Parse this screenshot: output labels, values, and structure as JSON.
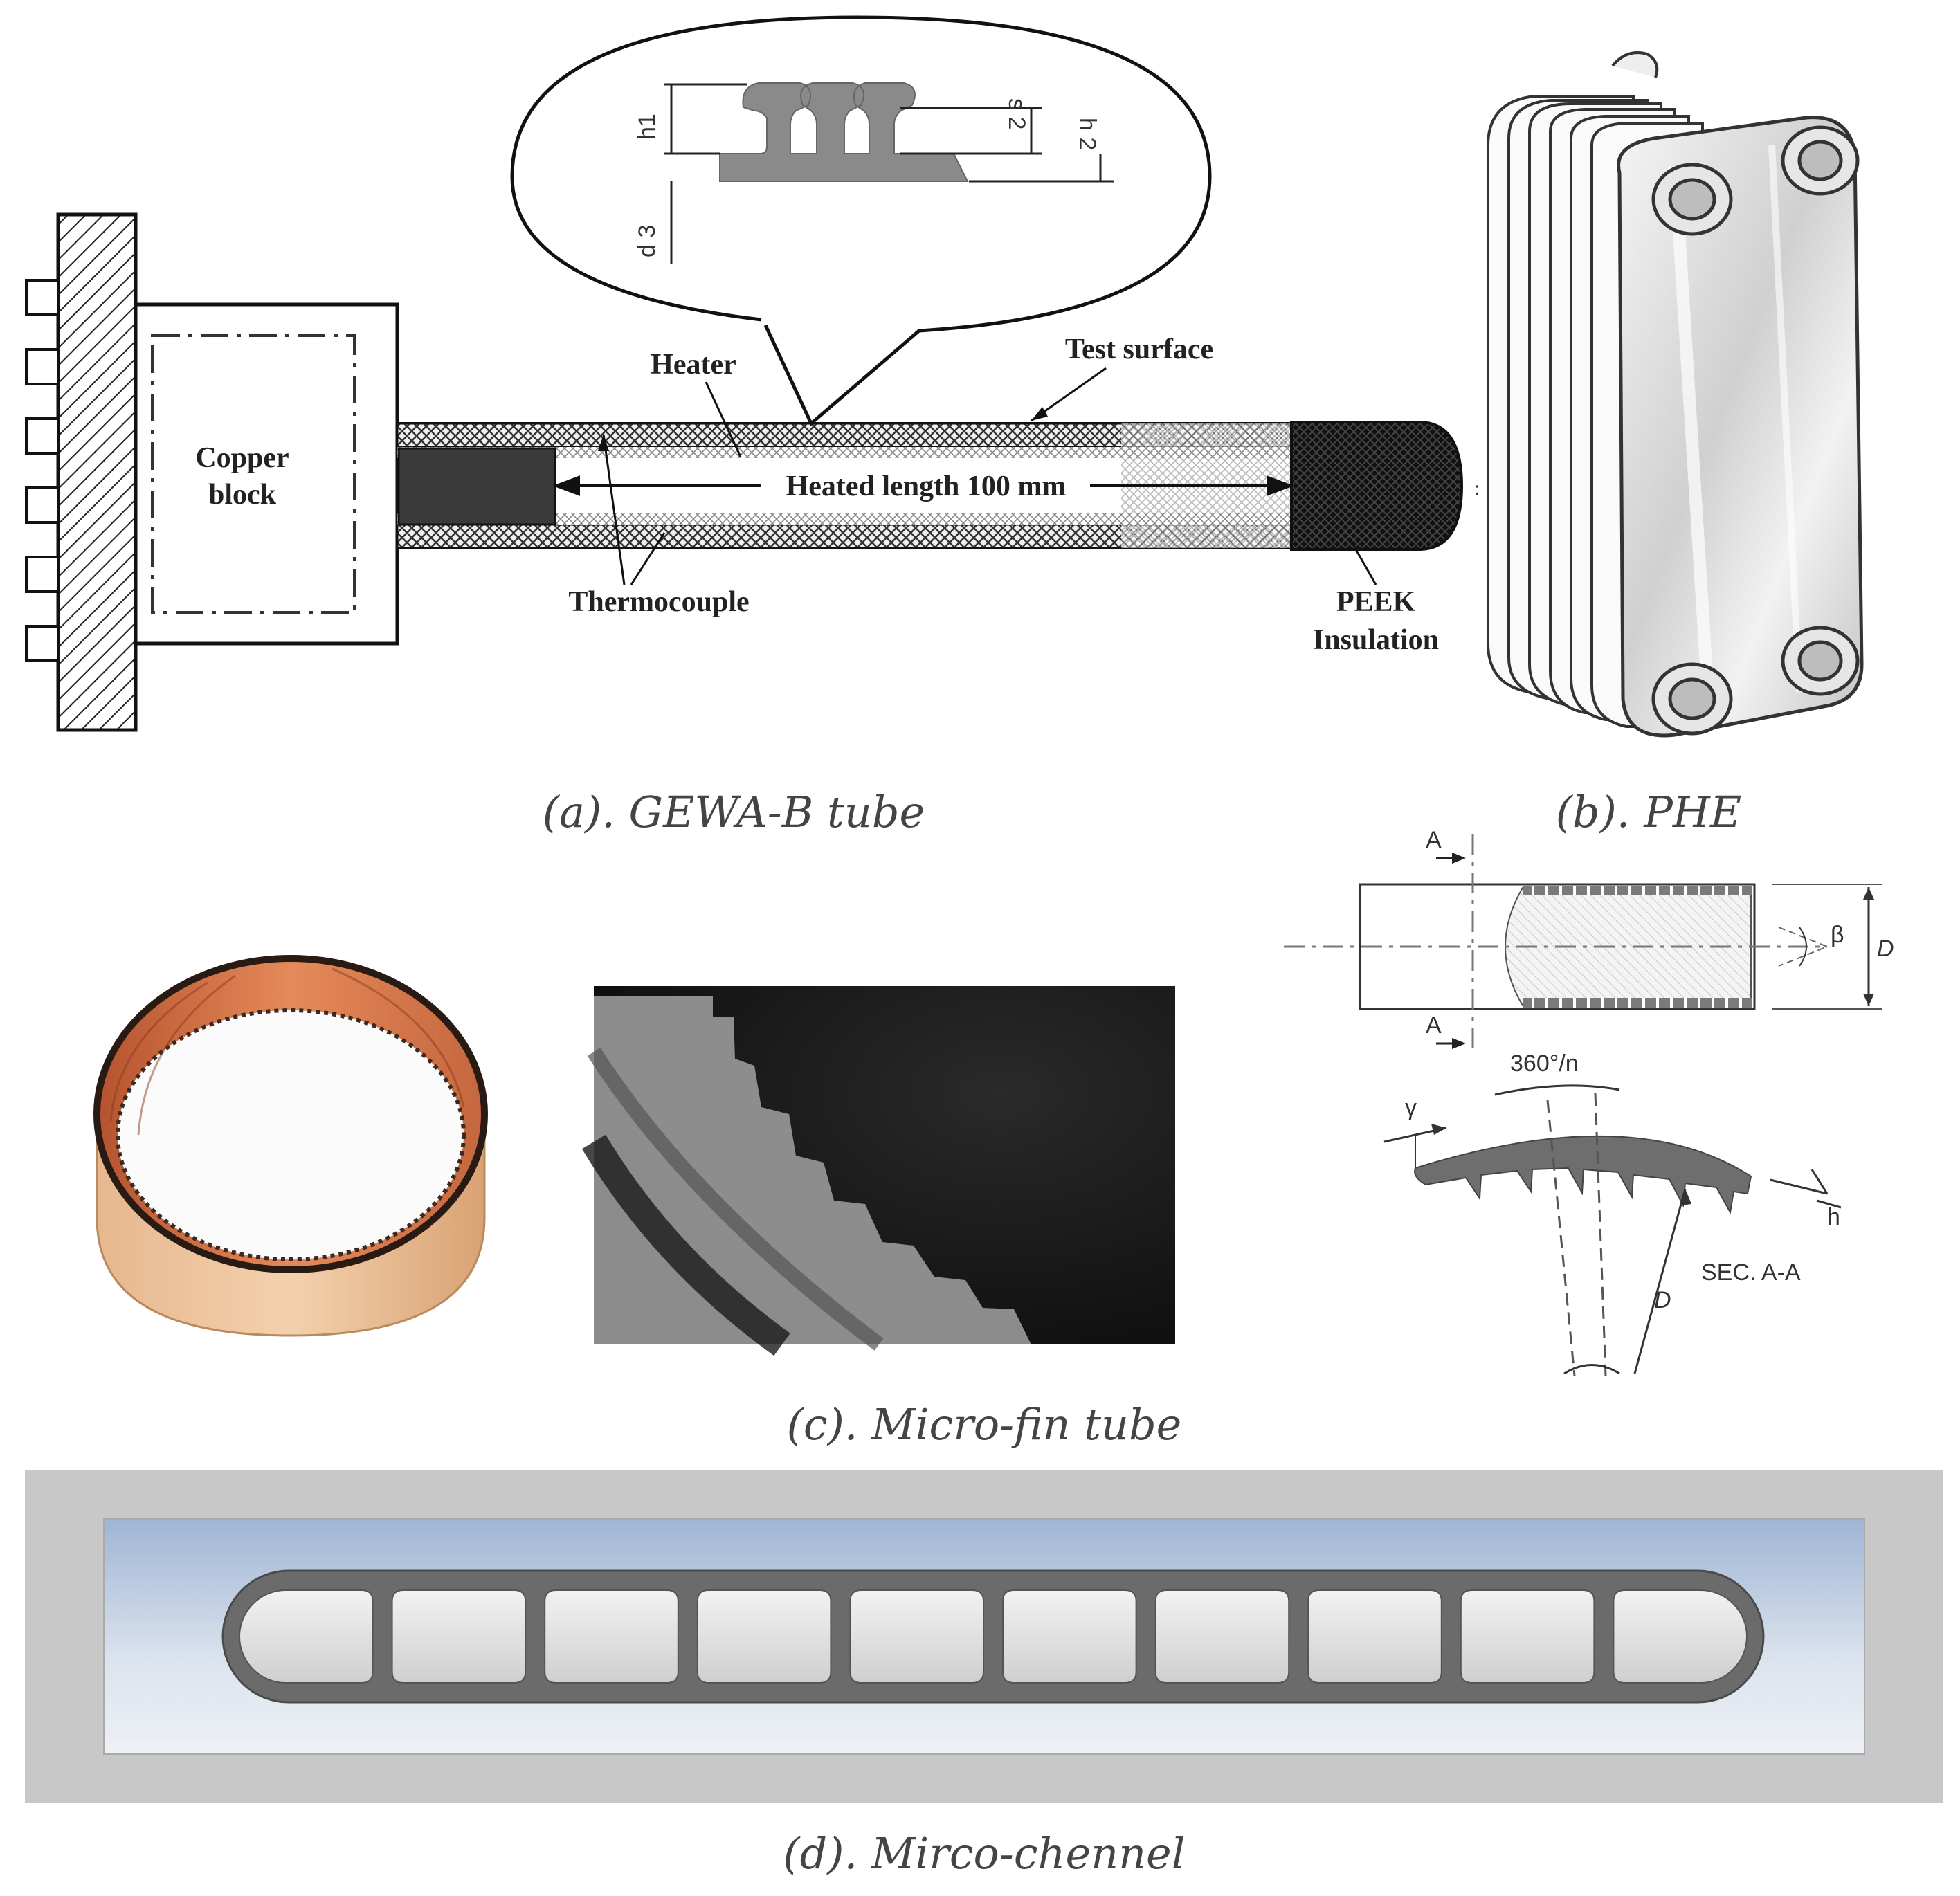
{
  "panels": {
    "a": {
      "caption": "(a). GEWA-B tube",
      "labels": {
        "copper_block_line1": "Copper",
        "copper_block_line2": "block",
        "heater": "Heater",
        "test_surface": "Test surface",
        "heated_length": "Heated length 100 mm",
        "thermocouple": "Thermocouple",
        "peek_line1": "PEEK",
        "peek_line2": "Insulation"
      },
      "dimensions": {
        "h1": "h1",
        "s2": "s 2",
        "h2": "h 2",
        "d3": "d 3"
      }
    },
    "b": {
      "caption": "(b). PHE"
    },
    "c": {
      "caption": "(c). Micro-fin tube",
      "labels": {
        "section_A": "A",
        "beta": "β",
        "diameter": "D",
        "angle": "360°/n",
        "gamma": "γ",
        "height": "h",
        "section": "SEC. A-A"
      }
    },
    "d": {
      "caption": "(d). Mirco-chennel",
      "channel_count": 10
    }
  },
  "colors": {
    "copper": "#c8704a",
    "plate_gray": "#d9d9d9",
    "channel_blue": "#a9bcd8",
    "channel_gray": "#6b6b6b",
    "frame_gray": "#c8c8c8"
  }
}
